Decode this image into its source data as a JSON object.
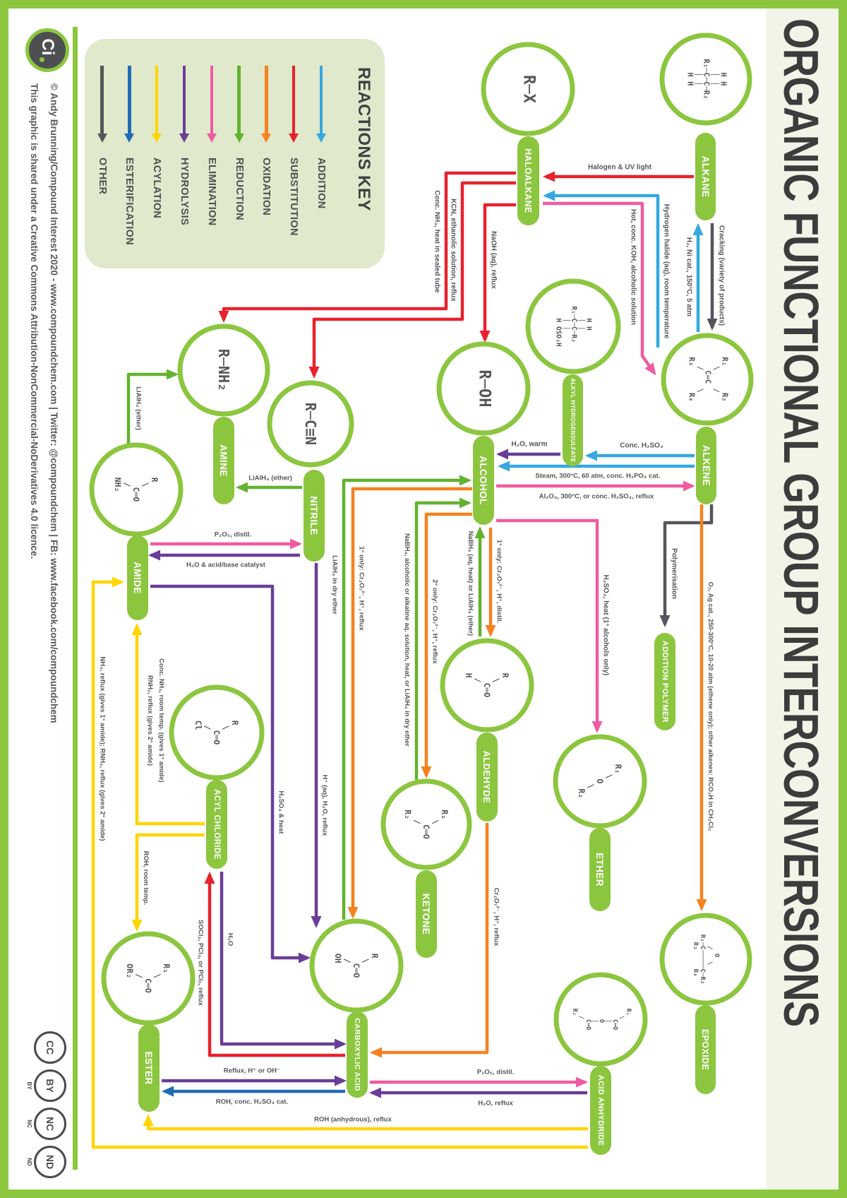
{
  "poster": {
    "title": "ORGANIC FUNCTIONAL GROUP INTERCONVERSIONS",
    "accent_green": "#8CC63F",
    "legend_bg": "#E0E9CB",
    "title_strip_bg": "#F2F4E7",
    "ink": "#3B3D3C",
    "label_ink": "#54565A"
  },
  "reaction_colors": {
    "addition": "#35A8E0",
    "substitution": "#E8222D",
    "oxidation": "#F5821F",
    "reduction": "#63B22F",
    "elimination": "#EF5BA1",
    "hydrolysis": "#6A3E98",
    "acylation": "#FFD503",
    "esterification": "#1E6CB5",
    "other": "#55565A"
  },
  "legend": {
    "title": "REACTIONS KEY",
    "items": [
      {
        "label": "ADDITION",
        "type": "addition"
      },
      {
        "label": "SUBSTITUTION",
        "type": "substitution"
      },
      {
        "label": "OXIDATION",
        "type": "oxidation"
      },
      {
        "label": "REDUCTION",
        "type": "reduction"
      },
      {
        "label": "ELIMINATION",
        "type": "elimination"
      },
      {
        "label": "HYDROLYSIS",
        "type": "hydrolysis"
      },
      {
        "label": "ACYLATION",
        "type": "acylation"
      },
      {
        "label": "ESTERIFICATION",
        "type": "esterification"
      },
      {
        "label": "OTHER",
        "type": "other"
      }
    ]
  },
  "nodes": [
    {
      "id": "alkane",
      "label": "ALKANE",
      "formula": [
        "   H H",
        "   │ │",
        "R₁─C─C─R₂",
        "   │ │",
        "   H H"
      ]
    },
    {
      "id": "alkene",
      "label": "ALKENE",
      "formula": [
        "R₁      R₂",
        "  \\    /",
        "   C═C",
        "  /    \\",
        "R₃      R₄"
      ]
    },
    {
      "id": "haloalkane",
      "label": "HALOALKANE",
      "formula": [
        "R─X"
      ]
    },
    {
      "id": "alkyl_hydrogensulfate",
      "label": "ALKYL HYDROGENSULFATE",
      "formula": [
        "   H H",
        "   │ │",
        "R₁─C─C─R₂",
        "   │ │",
        "   H OSO₃H"
      ]
    },
    {
      "id": "alcohol",
      "label": "ALCOHOL",
      "formula": [
        "R─OH"
      ]
    },
    {
      "id": "addition_polymer",
      "label": "ADDITION POLYMER",
      "formula": []
    },
    {
      "id": "epoxide",
      "label": "EPOXIDE",
      "formula": [
        "     O",
        "   /   \\",
        "R₁─C─────C─R₂",
        "  R₃     R₄"
      ]
    },
    {
      "id": "ether",
      "label": "ETHER",
      "formula": [
        "R₁",
        "  \\",
        "   O",
        "    \\",
        "     R₂"
      ]
    },
    {
      "id": "aldehyde",
      "label": "ALDEHYDE",
      "formula": [
        "R",
        " \\",
        "  C═O",
        " /",
        "H"
      ]
    },
    {
      "id": "ketone",
      "label": "KETONE",
      "formula": [
        "R₁",
        "  \\",
        "   C═O",
        "  /",
        "R₂"
      ]
    },
    {
      "id": "amine",
      "label": "AMINE",
      "formula": [
        "R─NH₂"
      ]
    },
    {
      "id": "nitrile",
      "label": "NITRILE",
      "formula": [
        "R─C≡N"
      ]
    },
    {
      "id": "amide",
      "label": "AMIDE",
      "formula": [
        "R",
        " \\",
        "  C═O",
        " /",
        "NH₂"
      ]
    },
    {
      "id": "acyl_chloride",
      "label": "ACYL CHLORIDE",
      "formula": [
        "R",
        " \\",
        "  C═O",
        " /",
        "Cl"
      ]
    },
    {
      "id": "carboxylic_acid",
      "label": "CARBOXYLIC ACID",
      "formula": [
        "R",
        " \\",
        "  C═O",
        " /",
        "OH"
      ]
    },
    {
      "id": "ester",
      "label": "ESTER",
      "formula": [
        "R₁",
        "  \\",
        "   C═O",
        "  /",
        "OR₂"
      ]
    },
    {
      "id": "acid_anhydride",
      "label": "ACID ANHYDRIDE",
      "formula": [
        "R₁",
        "  \\",
        "   C═O",
        "   │",
        "   O",
        "   │",
        "   C═O",
        "  /",
        "R₂"
      ]
    }
  ],
  "arrows": [
    {
      "id": "a1",
      "from": "alkane",
      "to": "haloalkane",
      "type": "substitution",
      "label": "Halogen & UV light"
    },
    {
      "id": "a2",
      "from": "alkane",
      "to": "alkene",
      "type": "other",
      "label": "Cracking (variety of products)"
    },
    {
      "id": "a3",
      "from": "alkene",
      "to": "alkane",
      "type": "addition",
      "label": "H₂, Ni cat., 150°C, 5 atm"
    },
    {
      "id": "a4",
      "from": "haloalkane",
      "to": "alkene",
      "type": "elimination",
      "label": "Hot, conc. KOH, alcoholic solution"
    },
    {
      "id": "a5",
      "from": "alkene",
      "to": "haloalkane",
      "type": "addition",
      "label": "Hydrogen halide (aq), room temperature"
    },
    {
      "id": "a6",
      "from": "haloalkane",
      "to": "amine",
      "type": "substitution",
      "label": "Conc. NH₃, heat in sealed tube"
    },
    {
      "id": "a7",
      "from": "haloalkane",
      "to": "nitrile",
      "type": "substitution",
      "label": "KCN, ethanolic solution, reflux"
    },
    {
      "id": "a8",
      "from": "haloalkane",
      "to": "alcohol",
      "type": "substitution",
      "label": "NaOH (aq), reflux"
    },
    {
      "id": "a9",
      "from": "alkene",
      "to": "alkyl_hydrogensulfate",
      "type": "addition",
      "label": "Conc. H₂SO₄"
    },
    {
      "id": "a10",
      "from": "alkyl_hydrogensulfate",
      "to": "alcohol",
      "type": "hydrolysis",
      "label": "H₂O, warm"
    },
    {
      "id": "a11",
      "from": "alkene",
      "to": "alcohol",
      "type": "addition",
      "label": "Steam, 300°C, 60 atm, conc. H₃PO₄ cat."
    },
    {
      "id": "a12",
      "from": "alcohol",
      "to": "alkene",
      "type": "elimination",
      "label": "Al₂O₃, 300°C, or conc. H₂SO₄, reflux"
    },
    {
      "id": "a13",
      "from": "alkene",
      "to": "addition_polymer",
      "type": "other",
      "label": "Polymerisation"
    },
    {
      "id": "a14",
      "from": "alkene",
      "to": "epoxide",
      "type": "oxidation",
      "label": "O₂, Ag cat., 250-300°C, 10-20 atm (ethene only); other alkenes: RCO₃H in CH₂Cl₂"
    },
    {
      "id": "a15",
      "from": "alcohol",
      "to": "ether",
      "type": "elimination",
      "label": "H₂SO₄, heat (1° alcohols only)"
    },
    {
      "id": "a16",
      "from": "alcohol",
      "to": "aldehyde",
      "type": "oxidation",
      "label": "1° only: Cr₂O₇²⁻, H⁺, distil."
    },
    {
      "id": "a17",
      "from": "aldehyde",
      "to": "alcohol",
      "type": "reduction",
      "label": "NaBH₄ (aq, heat) or LiAlH₄ (ether)"
    },
    {
      "id": "a18",
      "from": "alcohol",
      "to": "ketone",
      "type": "oxidation",
      "label": "2° only: Cr₂O₇²⁻, H⁺, reflux"
    },
    {
      "id": "a19",
      "from": "ketone",
      "to": "alcohol",
      "type": "reduction",
      "label": "NaBH₄, alcoholic or alkaline aq. solution, heat, or LiAlH₄ in dry ether"
    },
    {
      "id": "a20",
      "from": "alcohol",
      "to": "carboxylic_acid",
      "type": "oxidation",
      "label": "1° only: Cr₂O₇²⁻, H⁺, reflux"
    },
    {
      "id": "a21",
      "from": "carboxylic_acid",
      "to": "alcohol",
      "type": "reduction",
      "label": "LiAlH₄ in dry ether"
    },
    {
      "id": "a22",
      "from": "aldehyde",
      "to": "carboxylic_acid",
      "type": "oxidation",
      "label": "Cr₂O₇²⁻, H⁺, reflux"
    },
    {
      "id": "a23",
      "from": "nitrile",
      "to": "amine",
      "type": "reduction",
      "label": "LiAlH₄ (ether)"
    },
    {
      "id": "a24",
      "from": "amide",
      "to": "amine",
      "type": "reduction",
      "label": "LiAlH₄ (ether)"
    },
    {
      "id": "a25",
      "from": "amide",
      "to": "nitrile",
      "type": "elimination",
      "label": "P₂O₅, distil."
    },
    {
      "id": "a26",
      "from": "nitrile",
      "to": "amide",
      "type": "hydrolysis",
      "label": "H₂O & acid/base catalyst"
    },
    {
      "id": "a27",
      "from": "nitrile",
      "to": "carboxylic_acid",
      "type": "hydrolysis",
      "label": "H⁺ (aq), H₂O, reflux"
    },
    {
      "id": "a28",
      "from": "amide",
      "to": "carboxylic_acid",
      "type": "hydrolysis",
      "label": "H₂SO₄ & heat"
    },
    {
      "id": "a29",
      "from": "acyl_chloride",
      "to": "amide",
      "type": "acylation",
      "label": "Conc. NH₃, room temp. (gives 1° amide)",
      "label2": "RNH₂, reflux (gives 2° amide)"
    },
    {
      "id": "a30",
      "from": "acid_anhydride",
      "to": "amide",
      "type": "acylation",
      "label": "NH₃, reflux (gives 1° amide); RNH₂, reflux (gives 2° amide)"
    },
    {
      "id": "a31",
      "from": "acyl_chloride",
      "to": "ester",
      "type": "acylation",
      "label": "ROH, room temp."
    },
    {
      "id": "a32",
      "from": "carboxylic_acid",
      "to": "acyl_chloride",
      "type": "substitution",
      "label": "SOCl₂, PCl₃, or PCl₅, reflux"
    },
    {
      "id": "a33",
      "from": "acyl_chloride",
      "to": "carboxylic_acid",
      "type": "hydrolysis",
      "label": "H₂O"
    },
    {
      "id": "a34",
      "from": "ester",
      "to": "carboxylic_acid",
      "type": "hydrolysis",
      "label": "Reflux, H⁺ or OH⁻"
    },
    {
      "id": "a35",
      "from": "carboxylic_acid",
      "to": "ester",
      "type": "esterification",
      "label": "ROH, conc. H₂SO₄ cat."
    },
    {
      "id": "a36",
      "from": "carboxylic_acid",
      "to": "acid_anhydride",
      "type": "elimination",
      "label": "P₂O₅, distil."
    },
    {
      "id": "a37",
      "from": "acid_anhydride",
      "to": "carboxylic_acid",
      "type": "hydrolysis",
      "label": "H₂O, reflux"
    },
    {
      "id": "a38",
      "from": "acid_anhydride",
      "to": "ester",
      "type": "acylation",
      "label": "ROH (anhydrous), reflux"
    }
  ],
  "footer": {
    "credit": "© Andy Brunning/Compound Interest 2020 - www.compoundchem.com | Twitter: @compoundchem | FB: www.facebook.com/compoundchem",
    "license": "This graphic is shared under a Creative Commons Attribution-NonCommercial-NoDerivatives 4.0 licence.",
    "logo_text": "Ci",
    "cc_badges": [
      "CC",
      "BY",
      "NC",
      "ND"
    ]
  }
}
